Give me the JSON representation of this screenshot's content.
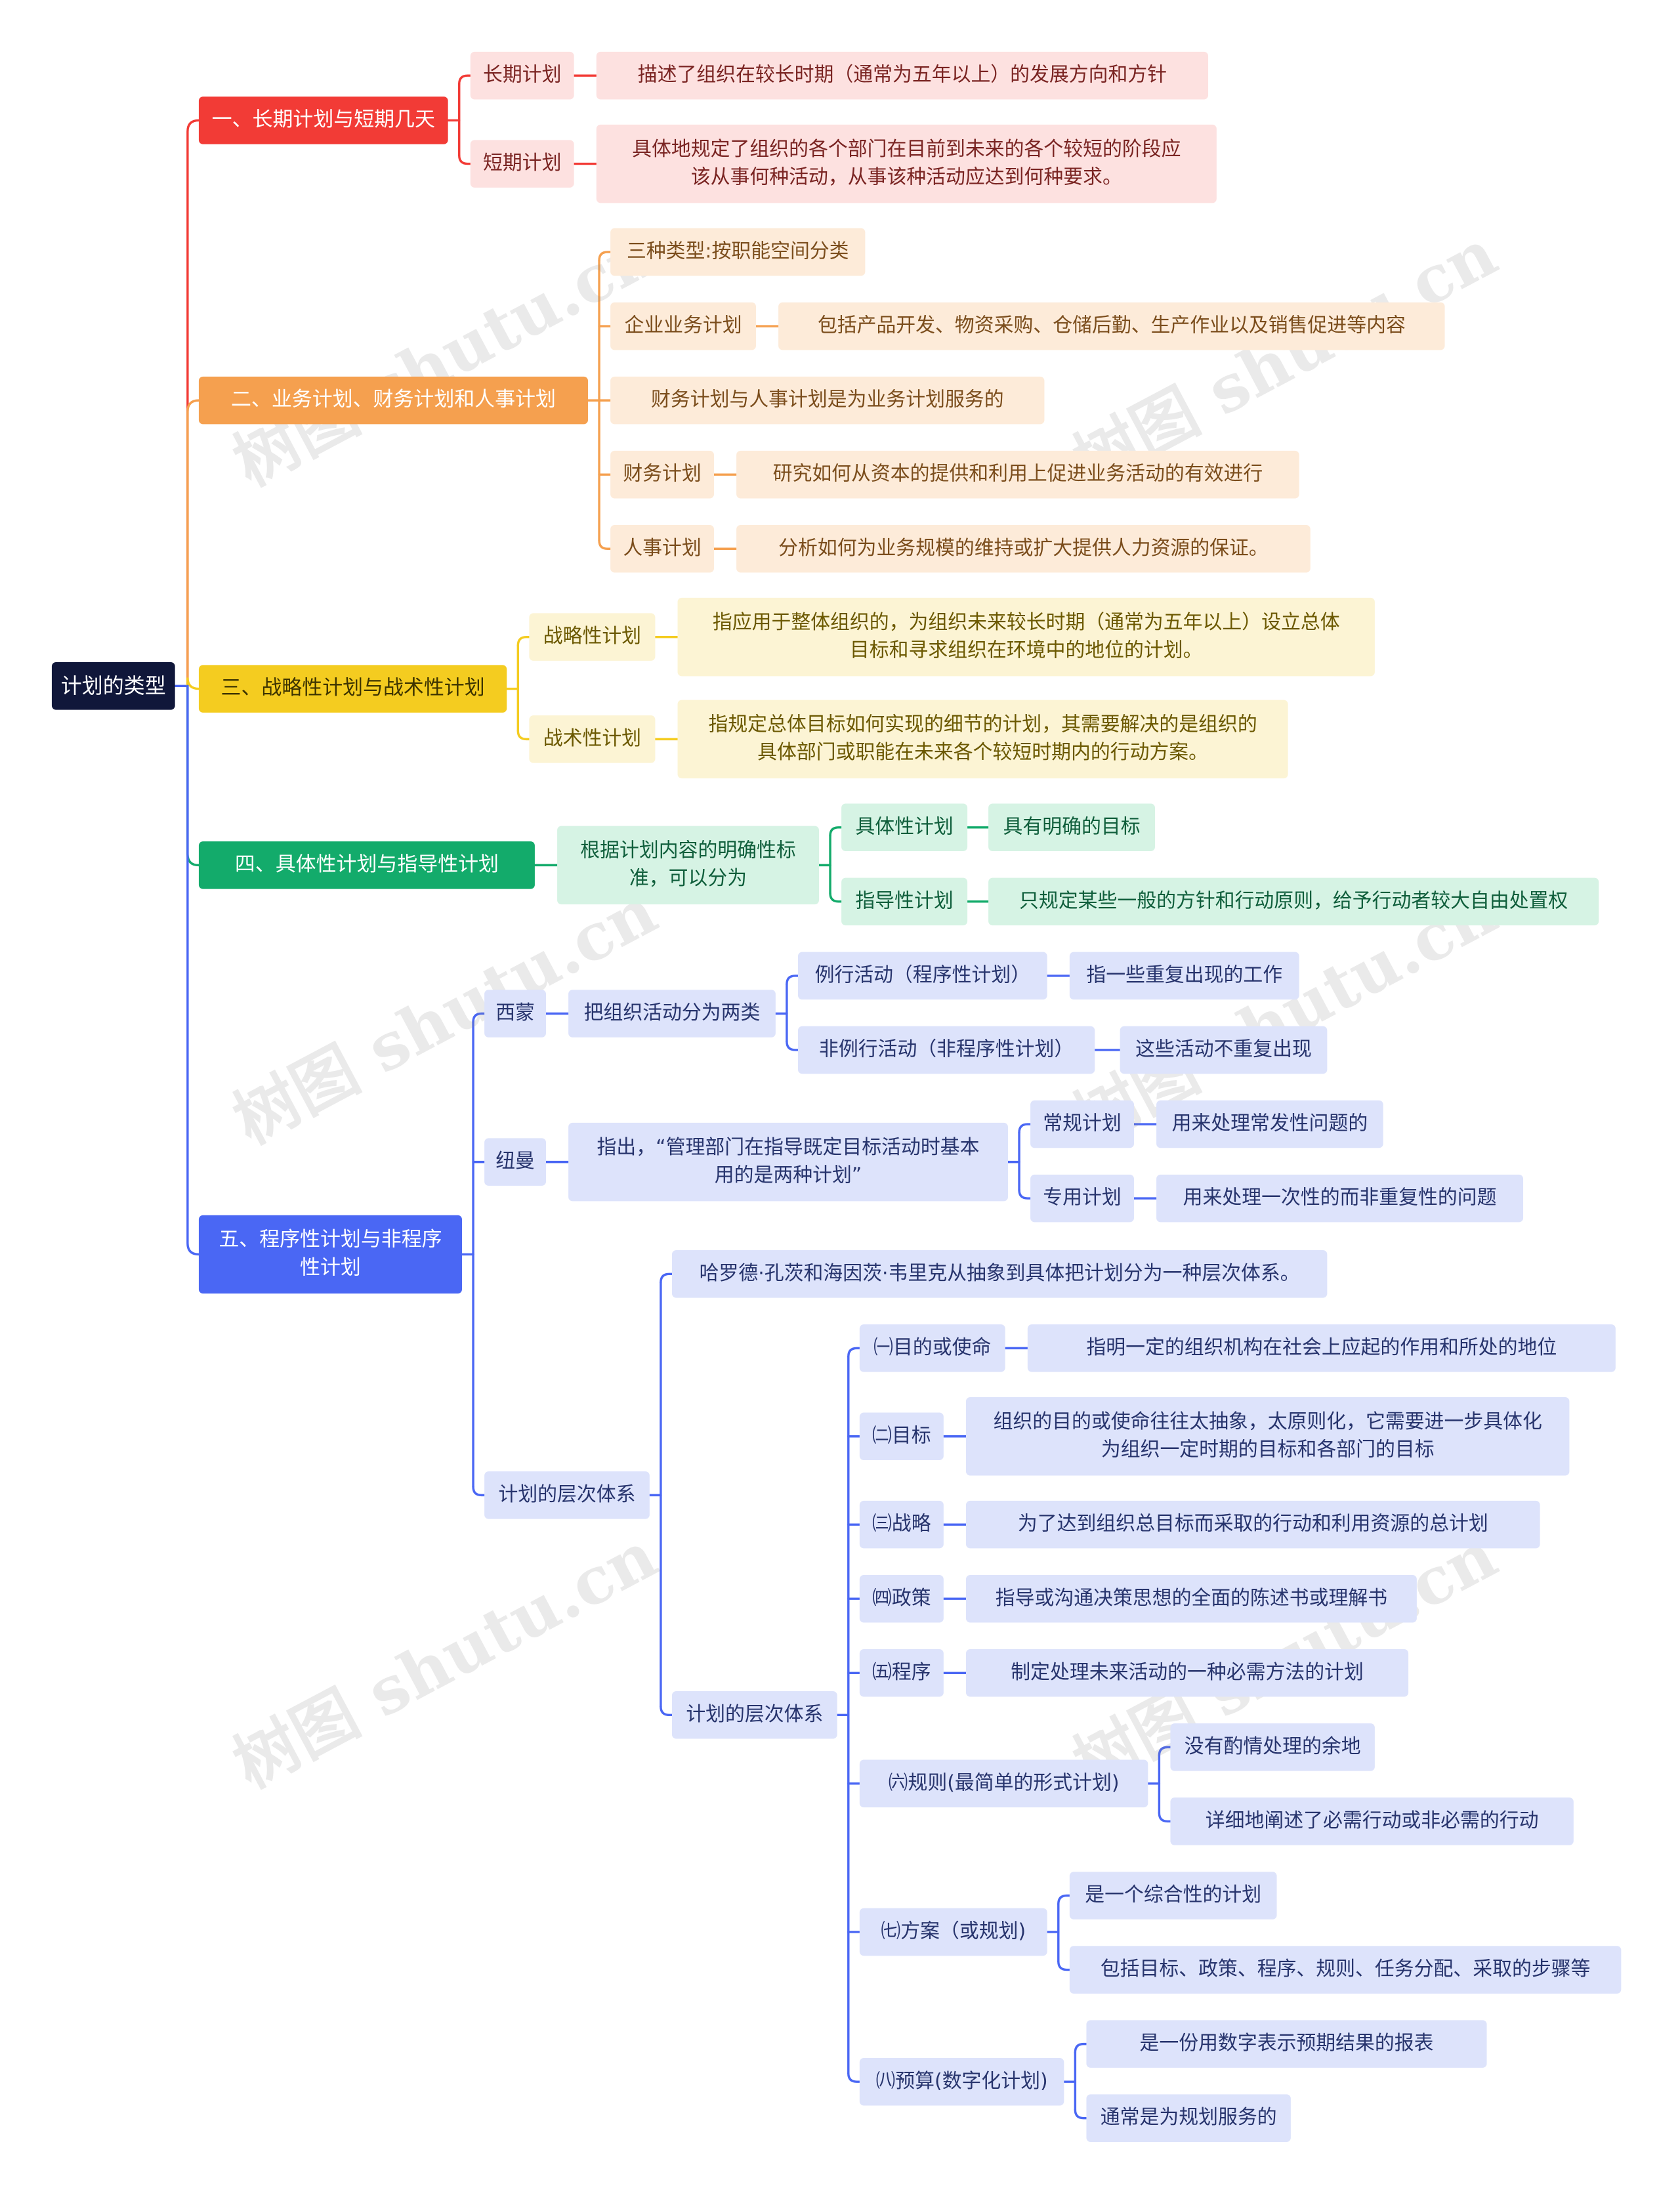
{
  "root": "计划的类型",
  "branches": [
    {
      "title": "一、长期计划与短期几天",
      "color": "#f23b36",
      "items": [
        {
          "label": "长期计划",
          "desc": "描述了组织在较长时期（通常为五年以上）的发展方向和方针"
        },
        {
          "label": "短期计划",
          "desc_lines": [
            "具体地规定了组织的各个部门在目前到未来的各个较短的阶段应",
            "该从事何种活动，从事该种活动应达到何种要求。"
          ]
        }
      ]
    },
    {
      "title": "二、业务计划、财务计划和人事计划",
      "color": "#f5a04f",
      "items": [
        {
          "label": "三种类型:按职能空间分类"
        },
        {
          "label": "企业业务计划",
          "desc": "包括产品开发、物资采购、仓储后勤、生产作业以及销售促进等内容"
        },
        {
          "label": "财务计划与人事计划是为业务计划服务的"
        },
        {
          "label": "财务计划",
          "desc": "研究如何从资本的提供和利用上促进业务活动的有效进行"
        },
        {
          "label": "人事计划",
          "desc": "分析如何为业务规模的维持或扩大提供人力资源的保证。"
        }
      ]
    },
    {
      "title": "三、战略性计划与战术性计划",
      "color": "#f4cc20",
      "items": [
        {
          "label": "战略性计划",
          "desc_lines": [
            "指应用于整体组织的，为组织未来较长时期（通常为五年以上）设立总体",
            "目标和寻求组织在环境中的地位的计划。"
          ]
        },
        {
          "label": "战术性计划",
          "desc_lines": [
            "指规定总体目标如何实现的细节的计划，其需要解决的是组织的",
            "具体部门或职能在未来各个较短时期内的行动方案。"
          ]
        }
      ]
    },
    {
      "title": "四、具体性计划与指导性计划",
      "color": "#13ab6b",
      "criterion_lines": [
        "根据计划内容的明确性标",
        "准，可以分为"
      ],
      "items": [
        {
          "label": "具体性计划",
          "desc": "具有明确的目标"
        },
        {
          "label": "指导性计划",
          "desc": "只规定某些一般的方针和行动原则，给予行动者较大自由处置权"
        }
      ]
    },
    {
      "title_lines": [
        "五、程序性计划与非程序",
        "性计划"
      ],
      "color": "#4a67f4",
      "simon": {
        "label": "西蒙",
        "desc": "把组织活动分为两类",
        "children": [
          {
            "label": "例行活动（程序性计划）",
            "desc": "指一些重复出现的工作"
          },
          {
            "label": "非例行活动（非程序性计划）",
            "desc": "这些活动不重复出现"
          }
        ]
      },
      "newman": {
        "label": "纽曼",
        "desc_lines": [
          "指出，“管理部门在指导既定目标活动时基本",
          "用的是两种计划”"
        ],
        "children": [
          {
            "label": "常规计划",
            "desc": "用来处理常发性问题的"
          },
          {
            "label": "专用计划",
            "desc": "用来处理一次性的而非重复性的问题"
          }
        ]
      },
      "hierarchy": {
        "label": "计划的层次体系",
        "intro": "哈罗德·孔茨和海因茨·韦里克从抽象到具体把计划分为一种层次体系。",
        "sub_label": "计划的层次体系",
        "levels": [
          {
            "label": "㈠目的或使命",
            "desc": [
              "指明一定的组织机构在社会上应起的作用和所处的地位"
            ]
          },
          {
            "label": "㈡目标",
            "desc_lines": [
              "组织的目的或使命往往太抽象，太原则化，它需要进一步具体化",
              "为组织一定时期的目标和各部门的目标"
            ]
          },
          {
            "label": "㈢战略",
            "desc": [
              "为了达到组织总目标而采取的行动和利用资源的总计划"
            ]
          },
          {
            "label": "㈣政策",
            "desc": [
              "指导或沟通决策思想的全面的陈述书或理解书"
            ]
          },
          {
            "label": "㈤程序",
            "desc": [
              "制定处理未来活动的一种必需方法的计划"
            ]
          },
          {
            "label": "㈥规则(最简单的形式计划)",
            "desc": [
              "没有酌情处理的余地",
              "详细地阐述了必需行动或非必需的行动"
            ]
          },
          {
            "label": "㈦方案（或规划)",
            "desc": [
              "是一个综合性的计划",
              "包括目标、政策、程序、规则、任务分配、采取的步骤等"
            ]
          },
          {
            "label": "㈧预算(数字化计划)",
            "desc": [
              "是一份用数字表示预期结果的报表",
              "通常是为规划服务的"
            ]
          }
        ]
      }
    }
  ],
  "watermark": "树图 shutu.cn"
}
